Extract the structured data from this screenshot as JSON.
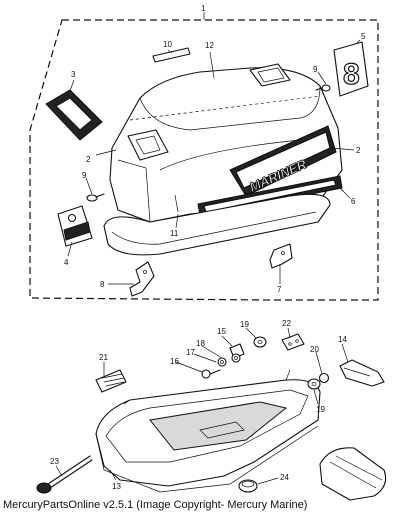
{
  "footer": {
    "copyright": "MercuryPartsOnline v2.5.1 (Image Copyright- Mercury Marine)"
  },
  "diagram": {
    "brand_text": "MARINER",
    "decal_number": "8",
    "parts": [
      {
        "id": "p1",
        "label": "1"
      },
      {
        "id": "p2a",
        "label": "2"
      },
      {
        "id": "p2b",
        "label": "2"
      },
      {
        "id": "p3",
        "label": "3"
      },
      {
        "id": "p4",
        "label": "4"
      },
      {
        "id": "p5",
        "label": "5"
      },
      {
        "id": "p6",
        "label": "6"
      },
      {
        "id": "p7",
        "label": "7"
      },
      {
        "id": "p8",
        "label": "8"
      },
      {
        "id": "p9a",
        "label": "9"
      },
      {
        "id": "p9b",
        "label": "9"
      },
      {
        "id": "p10",
        "label": "10"
      },
      {
        "id": "p11",
        "label": "11"
      },
      {
        "id": "p12",
        "label": "12"
      },
      {
        "id": "p13",
        "label": "13"
      },
      {
        "id": "p14",
        "label": "14"
      },
      {
        "id": "p15",
        "label": "15"
      },
      {
        "id": "p16",
        "label": "16"
      },
      {
        "id": "p17",
        "label": "17"
      },
      {
        "id": "p18",
        "label": "18"
      },
      {
        "id": "p19a",
        "label": "19"
      },
      {
        "id": "p19b",
        "label": "19"
      },
      {
        "id": "p20",
        "label": "20"
      },
      {
        "id": "p21",
        "label": "21"
      },
      {
        "id": "p22",
        "label": "22"
      },
      {
        "id": "p23",
        "label": "23"
      },
      {
        "id": "p24",
        "label": "24"
      }
    ]
  }
}
